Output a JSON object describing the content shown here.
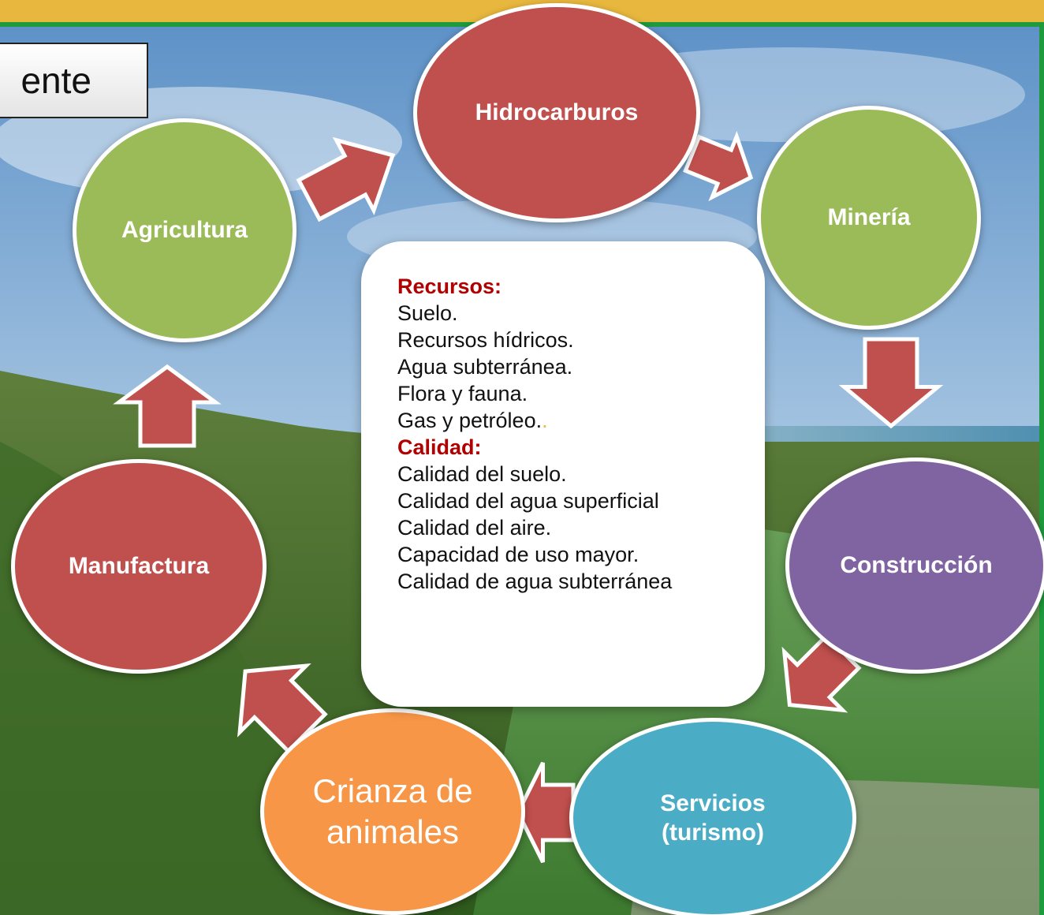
{
  "title_fragment": "ente",
  "nodes": [
    {
      "id": "hidrocarburos",
      "label": "Hidrocarburos",
      "color": "#c0504d"
    },
    {
      "id": "mineria",
      "label": "Minería",
      "color": "#9bbb59"
    },
    {
      "id": "construccion",
      "label": "Construcción",
      "color": "#8064a2"
    },
    {
      "id": "servicios",
      "label": "Servicios\n(turismo)",
      "color": "#4bacc6"
    },
    {
      "id": "crianza",
      "label": "Crianza de\nanimales",
      "color": "#f79646"
    },
    {
      "id": "manufactura",
      "label": "Manufactura",
      "color": "#c0504d"
    },
    {
      "id": "agricultura",
      "label": "Agricultura",
      "color": "#9bbb59"
    }
  ],
  "arrow_color": "#c0504d",
  "center": {
    "resources_heading": "Recursos:",
    "resources": [
      "Suelo.",
      "Recursos hídricos.",
      "Agua subterránea.",
      "Flora y fauna."
    ],
    "resources_last": "Gas y petróleo.",
    "resources_last_suffix": ".",
    "quality_heading": "Calidad:",
    "quality": [
      "Calidad del suelo.",
      "Calidad del agua superficial",
      "Calidad del aire.",
      "Capacidad de uso mayor.",
      "Calidad de agua subterránea"
    ]
  }
}
